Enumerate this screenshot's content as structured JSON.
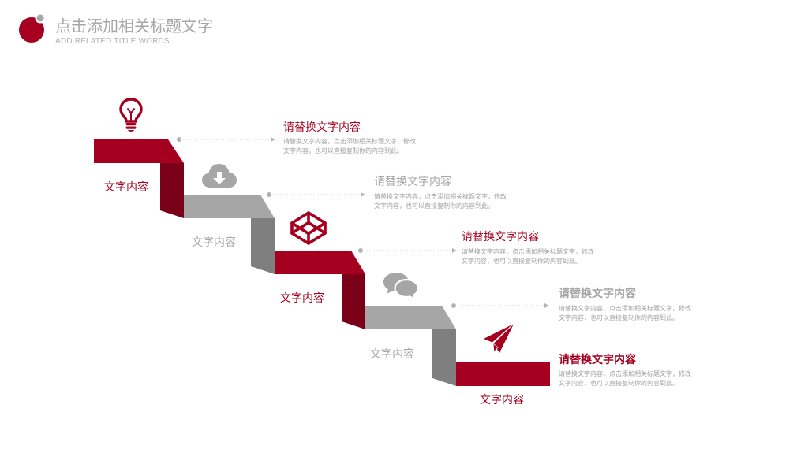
{
  "header": {
    "title": "点击添加相关标题文字",
    "subtitle": "ADD RELATED TITLE WORDS",
    "logo_icon": "logo-circle-icon"
  },
  "colors": {
    "accent": "#a5001f",
    "accent_dark": "#7a0017",
    "grey": "#a6a6a6",
    "grey_dark": "#7f7f7f",
    "connector": "#c4c4c4",
    "connector_dot": "#b3b3b3",
    "logo_dot": "#a6a6a6"
  },
  "steps": [
    {
      "label": "文字内容",
      "heading": "请替换文字内容",
      "body": [
        "请替换文字内容，点击添加相关标题文字，修改",
        "文字内容，也可以直接复制你的内容到此。"
      ],
      "icon": "lightbulb-icon",
      "color": "#a5001f",
      "shade": "#7a0017"
    },
    {
      "label": "文字内容",
      "heading": "请替换文字内容",
      "body": [
        "请替换文字内容，点击添加相关标题文字，修改",
        "文字内容，也可以直接复制你的内容到此。"
      ],
      "icon": "cloud-download-icon",
      "color": "#a6a6a6",
      "shade": "#7f7f7f"
    },
    {
      "label": "文字内容",
      "heading": "请替换文字内容",
      "body": [
        "请替换文字内容，点击添加相关标题文字，修改",
        "文字内容，也可以直接复制你的内容到此。"
      ],
      "icon": "codepen-cube-icon",
      "color": "#a5001f",
      "shade": "#7a0017"
    },
    {
      "label": "文字内容",
      "heading": "请替换文字内容",
      "body": [
        "请替换文字内容，点击添加相关标题文字，修改",
        "文字内容，也可以直接复制你的内容到此。"
      ],
      "icon": "chat-bubbles-icon",
      "color": "#a6a6a6",
      "shade": "#7f7f7f"
    },
    {
      "label": "文字内容",
      "heading": "请替换文字内容",
      "body": [
        "请替换文字内容，点击添加相关标题文字，修改",
        "文字内容，也可以直接复制你的内容到此。"
      ],
      "icon": "paper-plane-icon",
      "color": "#a5001f",
      "shade": "#7a0017"
    }
  ]
}
